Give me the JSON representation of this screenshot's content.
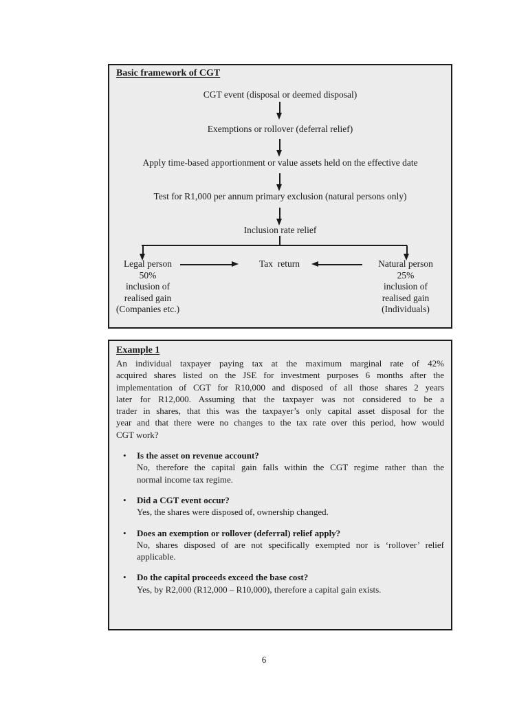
{
  "page": {
    "number": "6"
  },
  "colors": {
    "box_fill": "#ececec",
    "border": "#1a1a1a",
    "page_background": "#ffffff"
  },
  "flowchart": {
    "title": "Basic framework of CGT",
    "steps": [
      "CGT event (disposal or deemed disposal)",
      "Exemptions or rollover (deferral relief)",
      "Apply time-based apportionment or value assets held on the effective date",
      "Test for R1,000 per annum primary exclusion (natural persons only)",
      "Inclusion rate relief"
    ],
    "left_branch": {
      "lines": [
        "Legal person",
        "50%",
        "inclusion of",
        "realised gain",
        "(Companies etc.)"
      ]
    },
    "center_node": "Tax  return",
    "right_branch": {
      "lines": [
        "Natural person",
        "25%",
        "inclusion of",
        "realised gain",
        "(Individuals)"
      ]
    }
  },
  "example": {
    "title": "Example 1",
    "bullet_glyph": "•",
    "paragraph_lines": [
      "An individual taxpayer paying tax at the maximum marginal rate of 42%",
      "acquired shares listed on the JSE for investment purposes 6 months after the",
      "implementation of CGT for R10,000 and disposed of all those shares 2 years",
      "later for R12,000. Assuming that the taxpayer was not considered to be a",
      "trader in shares, that this was the taxpayer’s only capital asset disposal for the",
      "year and that there were no changes to the tax rate over this period, how would",
      "CGT work?"
    ],
    "bullets": [
      {
        "question": "Is the asset on revenue account?",
        "answer_lines": [
          "No, therefore the capital gain falls within the CGT regime rather than the",
          "normal income tax regime."
        ]
      },
      {
        "question": "Did a CGT event occur?",
        "answer_lines": [
          "Yes, the shares were disposed of, ownership changed.",
          ""
        ]
      },
      {
        "question": "Does an exemption or rollover (deferral) relief apply?",
        "answer_lines": [
          "No, shares disposed of are not specifically exempted nor is ‘rollover’ relief",
          "applicable."
        ]
      },
      {
        "question": "Do the capital proceeds exceed the base cost?",
        "answer_lines": [
          "Yes, by R2,000 (R12,000 – R10,000), therefore a capital gain exists.",
          ""
        ]
      }
    ]
  }
}
